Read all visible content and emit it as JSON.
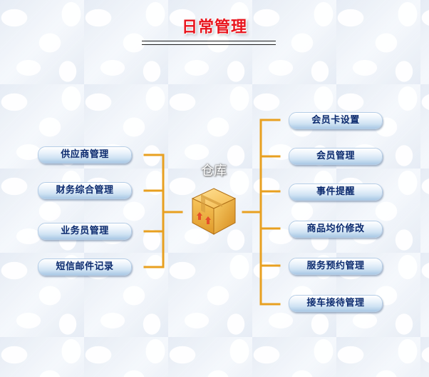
{
  "title": "日常管理",
  "center": {
    "label": "仓库",
    "icon": "package-box-icon"
  },
  "left_buttons": [
    {
      "label": "供应商管理"
    },
    {
      "label": "财务综合管理"
    },
    {
      "label": "业务员管理"
    },
    {
      "label": "短信邮件记录"
    }
  ],
  "right_buttons": [
    {
      "label": "会员卡设置"
    },
    {
      "label": "会员管理"
    },
    {
      "label": "事件提醒"
    },
    {
      "label": "商品均价修改"
    },
    {
      "label": "服务预约管理"
    },
    {
      "label": "接车接待管理"
    }
  ],
  "colors": {
    "title": "#e8141c",
    "connector": "#e8a020",
    "button_text": "#0b2a6e"
  }
}
